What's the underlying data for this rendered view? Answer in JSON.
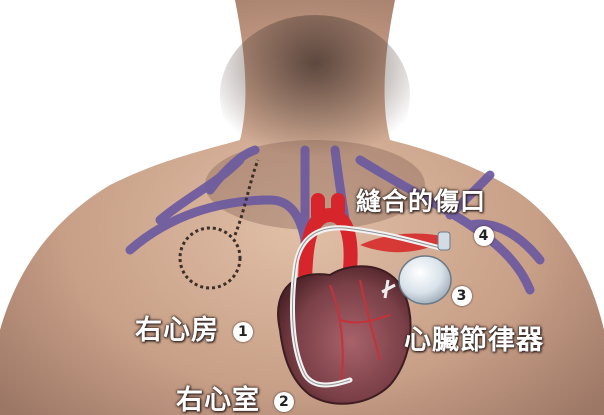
{
  "labels": {
    "right_atrium": "右心房",
    "right_ventricle": "右心室",
    "incision": "縫合的傷口",
    "pacemaker": "心臟節律器"
  },
  "markers": {
    "one": "1",
    "two": "2",
    "three": "3",
    "four": "4"
  },
  "colors": {
    "skin": "#c9a188",
    "skin_shadow": "#8a6656",
    "vein": "#6c5aa0",
    "heart": "#7a3f47",
    "artery": "#d7262b",
    "device": "#e6edf3"
  }
}
